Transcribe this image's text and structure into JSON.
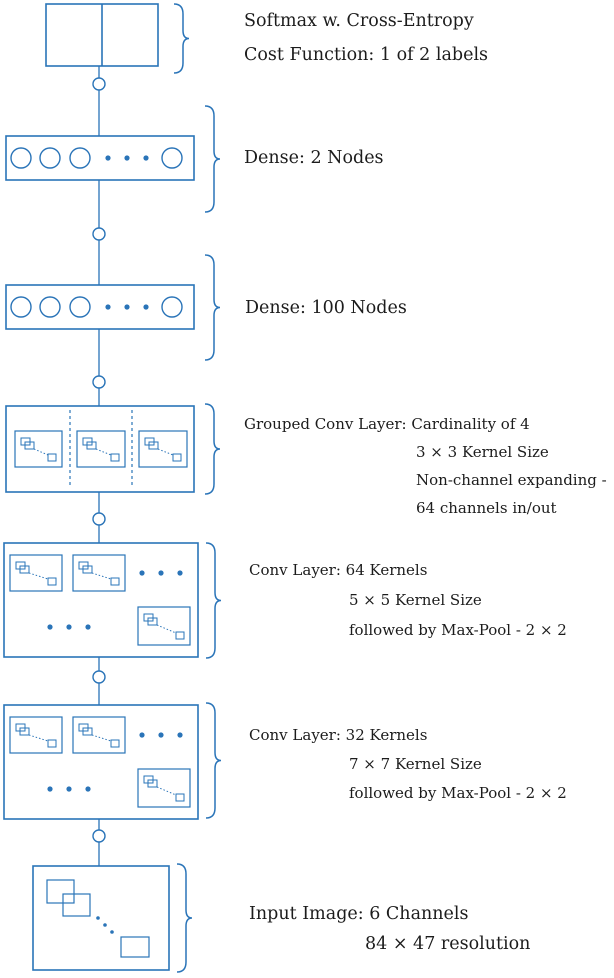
{
  "colors": {
    "stroke": "#2a74b8",
    "fill": "#ffffff",
    "dot": "#2a74b8",
    "text": "#1c1c1c",
    "brace": "#2a74b8"
  },
  "layers": [
    {
      "id": "softmax",
      "kind": "softmax-output",
      "label_lines": [
        "Softmax w. Cross-Entropy",
        "Cost Function: 1 of 2 labels"
      ]
    },
    {
      "id": "dense-2",
      "kind": "dense",
      "label_lines": [
        "Dense: 2 Nodes"
      ]
    },
    {
      "id": "dense-100",
      "kind": "dense",
      "label_lines": [
        "Dense: 100 Nodes"
      ]
    },
    {
      "id": "grouped-conv",
      "kind": "grouped-conv",
      "label_lines": [
        "Grouped Conv Layer: Cardinality of 4",
        "3 × 3 Kernel Size",
        "Non-channel expanding -",
        "64 channels in/out"
      ]
    },
    {
      "id": "conv-64",
      "kind": "conv",
      "label_lines": [
        "Conv Layer: 64 Kernels",
        "5 × 5 Kernel Size",
        "followed by Max-Pool - 2 × 2"
      ]
    },
    {
      "id": "conv-32",
      "kind": "conv",
      "label_lines": [
        "Conv Layer: 32 Kernels",
        "7 × 7 Kernel Size",
        "followed by Max-Pool - 2 × 2"
      ]
    },
    {
      "id": "input",
      "kind": "input-image",
      "label_lines": [
        "Input Image: 6 Channels",
        "84 × 47 resolution"
      ]
    }
  ]
}
